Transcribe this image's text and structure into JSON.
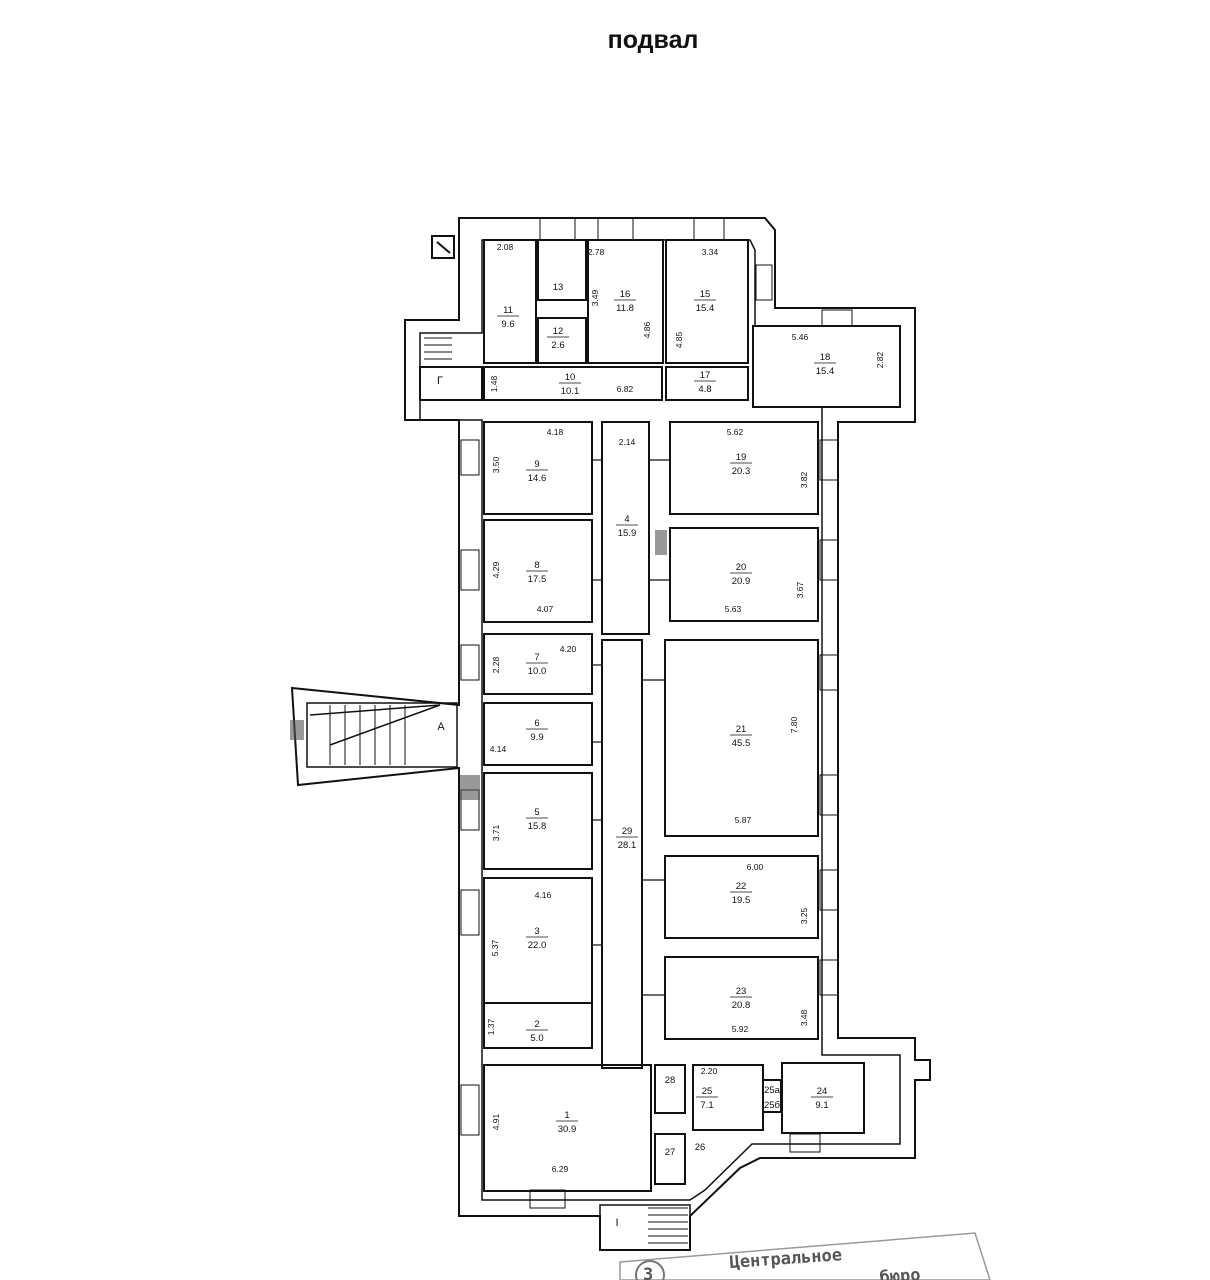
{
  "title": "подвал",
  "rooms": [
    {
      "num": "1",
      "area": "30.9"
    },
    {
      "num": "2",
      "area": "5.0"
    },
    {
      "num": "3",
      "area": "22.0"
    },
    {
      "num": "4",
      "area": "15.9"
    },
    {
      "num": "5",
      "area": "15.8"
    },
    {
      "num": "6",
      "area": "9.9"
    },
    {
      "num": "7",
      "area": "10.0"
    },
    {
      "num": "8",
      "area": "17.5"
    },
    {
      "num": "9",
      "area": "14.6"
    },
    {
      "num": "10",
      "area": "10.1"
    },
    {
      "num": "11",
      "area": "9.6"
    },
    {
      "num": "12",
      "area": "2.6"
    },
    {
      "num": "13",
      "area": ""
    },
    {
      "num": "16",
      "area": "11.8"
    },
    {
      "num": "15",
      "area": "15.4"
    },
    {
      "num": "17",
      "area": "4.8"
    },
    {
      "num": "18",
      "area": "15.4"
    },
    {
      "num": "19",
      "area": "20.3"
    },
    {
      "num": "20",
      "area": "20.9"
    },
    {
      "num": "21",
      "area": "45.5"
    },
    {
      "num": "22",
      "area": "19.5"
    },
    {
      "num": "23",
      "area": "20.8"
    },
    {
      "num": "24",
      "area": "9.1"
    },
    {
      "num": "25",
      "area": "7.1"
    },
    {
      "num": "26",
      "area": ""
    },
    {
      "num": "27",
      "area": ""
    },
    {
      "num": "28",
      "area": ""
    },
    {
      "num": "29",
      "area": "28.1"
    },
    {
      "num": "25а",
      "area": ""
    },
    {
      "num": "25б",
      "area": ""
    }
  ],
  "dimensions": [
    "2.08",
    "2.78",
    "3.34",
    "3.49",
    "4.86",
    "4.85",
    "5.46",
    "2.82",
    "1.48",
    "6.82",
    "4.18",
    "3.50",
    "2.14",
    "5.62",
    "3.82",
    "4.29",
    "4.07",
    "3.67",
    "5.63",
    "2.28",
    "4.20",
    "7.80",
    "4.14",
    "3.71",
    "5.87",
    "4.16",
    "6.00",
    "5.37",
    "3.25",
    "1.37",
    "3.48",
    "5.92",
    "2.20",
    "4.91",
    "6.29"
  ],
  "entrances": [
    "А",
    "Г",
    "I"
  ],
  "stamp": {
    "line1": "Центральное",
    "line2": "бюро",
    "mark": "3"
  }
}
